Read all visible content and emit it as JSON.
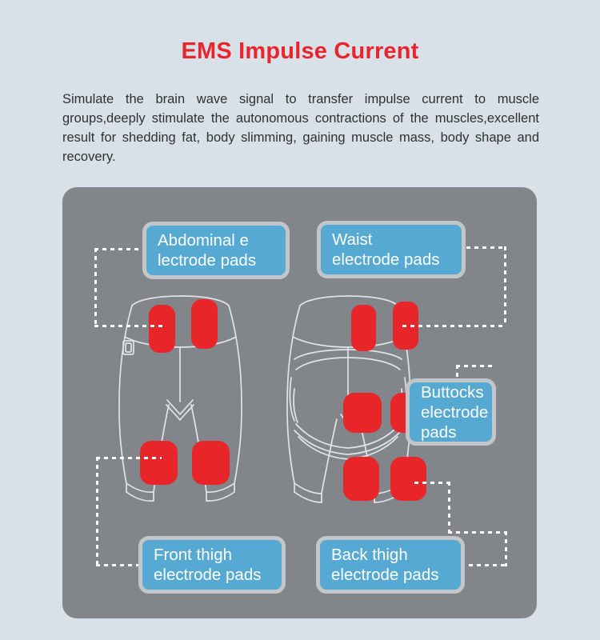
{
  "header": {
    "title": "EMS Impulse Current"
  },
  "intro": {
    "paragraph": "Simulate the brain wave signal to transfer impulse current to muscle groups,deeply stimulate the autonomous contractions of the muscles,excellent result for shedding fat, body slimming, gaining muscle mass, body shape and recovery."
  },
  "diagram": {
    "callouts": [
      {
        "id": "abdominal",
        "lines": [
          "Abdominal e",
          "lectrode pads"
        ],
        "align": "left"
      },
      {
        "id": "waist",
        "lines": [
          "Waist",
          "electrode pads"
        ],
        "align": "left"
      },
      {
        "id": "buttocks",
        "lines": [
          "Buttocks",
          "electrode",
          "pads"
        ],
        "align": "left"
      },
      {
        "id": "front-thigh",
        "lines": [
          "Front thigh",
          "electrode pads"
        ],
        "align": "left"
      },
      {
        "id": "back-thigh",
        "lines": [
          "Back thigh",
          "electrode pads"
        ],
        "align": "left"
      }
    ],
    "figures": [
      {
        "id": "front-view",
        "label": "front view of EMS shorts"
      },
      {
        "id": "back-view",
        "label": "back view of EMS shorts"
      }
    ],
    "electrode_pad_count": {
      "front_view": 4,
      "back_view": 6,
      "total": 10
    }
  },
  "colors": {
    "page_background": "#d9e1e8",
    "title_red": "#e8252c",
    "body_text": "#2d3136",
    "panel_gray": "#82858a",
    "callout_blue": "#56a9d3",
    "callout_border": "#c3c6c9",
    "pad_red": "#e8262a",
    "outline_white": "#ffffff",
    "connector_white": "#ffffff"
  }
}
